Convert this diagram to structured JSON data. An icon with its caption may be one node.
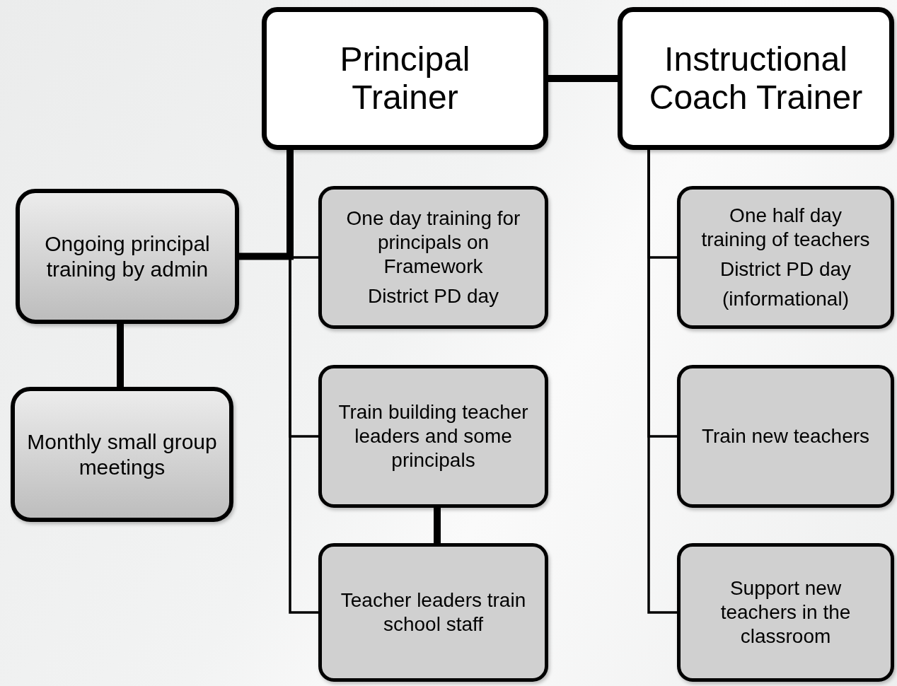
{
  "diagram": {
    "nodes": [
      {
        "text": [
          "Principal Trainer"
        ]
      },
      {
        "text": [
          "Instructional Coach Trainer"
        ]
      },
      {
        "text": [
          "Ongoing principal training by admin"
        ]
      },
      {
        "text": [
          "Monthly small group meetings"
        ]
      },
      {
        "text": [
          "One day training for principals on Framework",
          "District PD day"
        ]
      },
      {
        "text": [
          "Train building teacher leaders and some principals"
        ]
      },
      {
        "text": [
          "Teacher leaders train school staff"
        ]
      },
      {
        "text": [
          "One half day training of teachers",
          "District PD day",
          "(informational)"
        ]
      },
      {
        "text": [
          "Train new teachers"
        ]
      },
      {
        "text": [
          "Support new teachers in the classroom"
        ]
      }
    ],
    "edges": [
      {
        "from": 0,
        "to": 1,
        "arrow": "none",
        "style": "thick"
      },
      {
        "from": 0,
        "to": 4,
        "arrow": "none"
      },
      {
        "from": 0,
        "to": 5,
        "arrow": "none"
      },
      {
        "from": 0,
        "to": 6,
        "arrow": "none"
      },
      {
        "from": 2,
        "to": 0,
        "arrow": "none",
        "style": "thick"
      },
      {
        "from": 2,
        "to": 3,
        "arrow": "none",
        "style": "thick"
      },
      {
        "from": 5,
        "to": 6,
        "arrow": "none",
        "style": "thick"
      },
      {
        "from": 1,
        "to": 7,
        "arrow": "none"
      },
      {
        "from": 1,
        "to": 8,
        "arrow": "none"
      },
      {
        "from": 1,
        "to": 9,
        "arrow": "none"
      }
    ]
  }
}
